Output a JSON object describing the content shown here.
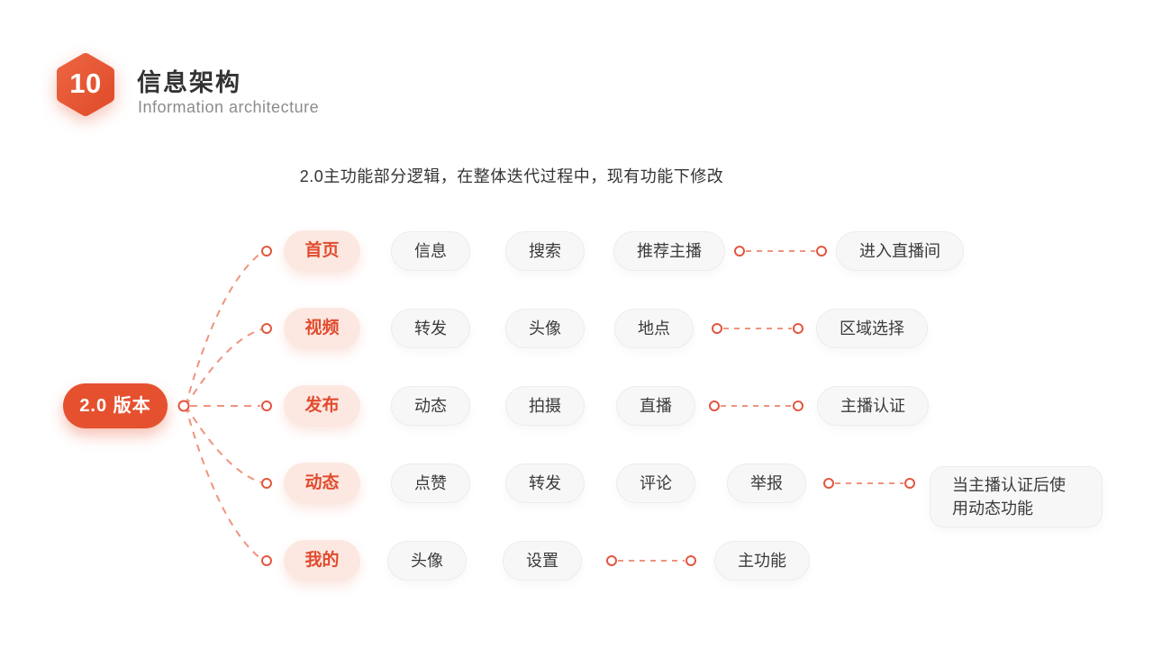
{
  "header": {
    "badge_number": "10",
    "title": "信息架构",
    "subtitle": "Information architecture"
  },
  "description": "2.0主功能部分逻辑，在整体迭代过程中，现有功能下修改",
  "diagram": {
    "root": {
      "label": "2.0 版本"
    },
    "rows": [
      {
        "category": "首页",
        "items": [
          "信息",
          "搜索",
          "推荐主播"
        ],
        "linked": "进入直播间"
      },
      {
        "category": "视频",
        "items": [
          "转发",
          "头像",
          "地点"
        ],
        "linked": "区域选择"
      },
      {
        "category": "发布",
        "items": [
          "动态",
          "拍摄",
          "直播"
        ],
        "linked": "主播认证"
      },
      {
        "category": "动态",
        "items": [
          "点赞",
          "转发",
          "评论",
          "举报"
        ],
        "linked": "当主播认证后使用动态功能"
      },
      {
        "category": "我的",
        "items": [
          "头像",
          "设置"
        ],
        "linked": "主功能"
      }
    ],
    "colors": {
      "accent": "#E5512F",
      "category_text": "#E14B2E",
      "category_bg": "#FCE8E1",
      "dash_line": "#F0937E",
      "node_circle_stroke": "#E25740",
      "gray_pill_bg": "#F7F7F7",
      "gray_pill_border": "#ECECEC",
      "text_dark": "#333333",
      "subtitle_gray": "#8C8C8C"
    }
  }
}
